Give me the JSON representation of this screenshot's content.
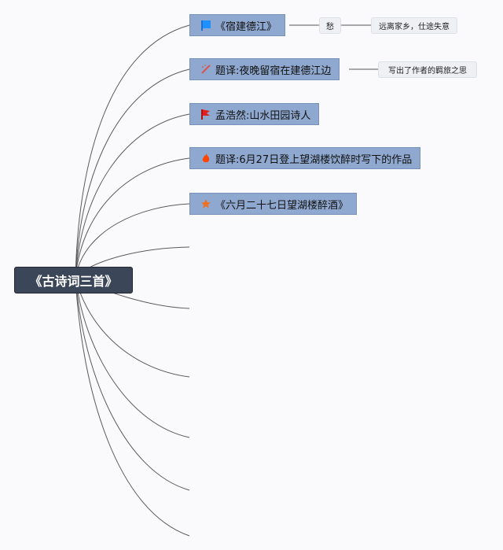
{
  "root": {
    "label": "《古诗词三首》"
  },
  "branches": [
    {
      "label": "《宿建德江》",
      "icon": "blue-flag-icon",
      "icon_color": "#1e90ff",
      "children": [
        {
          "label": "愁",
          "children": [
            {
              "label": "远离家乡，仕途失意"
            }
          ]
        }
      ]
    },
    {
      "label": "题译:夜晚留宿在建德江边",
      "icon": "pencil-icon",
      "icon_color": "#d9534f",
      "children": [
        {
          "label": "写出了作者的羁旅之思"
        }
      ]
    },
    {
      "label": "孟浩然:山水田园诗人",
      "icon": "red-flag-icon",
      "icon_color": "#e02020"
    },
    {
      "label": "题译:6月27日登上望湖楼饮醉时写下的作品",
      "icon": "fire-icon",
      "icon_color": "#ff4500"
    },
    {
      "label": "《六月二十七日望湖楼醉酒》",
      "icon": "star-icon",
      "icon_color": "#f07020"
    }
  ],
  "colors": {
    "root_fill": "#3b4659",
    "node_fill": "#8fa8cf",
    "line": "#555555",
    "sub_fill": "#eef0f4"
  }
}
